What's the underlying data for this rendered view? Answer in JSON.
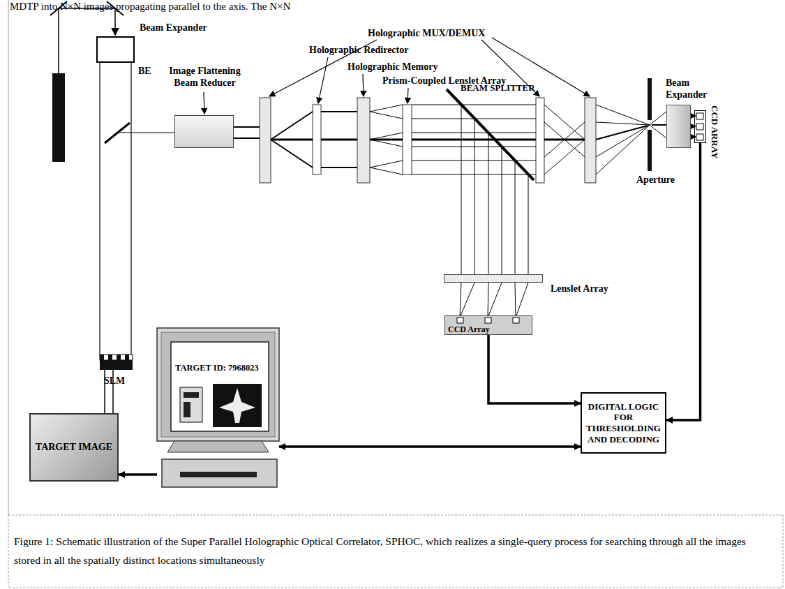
{
  "diagram": {
    "caption": "Figure 1: Schematic illustration of the Super Parallel Holographic Optical Correlator, SPHOC, which realizes a single-query process for searching through all the images stored in all the spatially distinct locations simultaneously",
    "nodes": [
      {
        "text": [
          "Beam Expander"
        ]
      },
      {
        "text": [
          "Image Flattening Beam Reducer"
        ]
      },
      {
        "text": [
          "Beam Expander"
        ]
      },
      {
        "text": [
          "CCD ARRAY"
        ]
      },
      {
        "text": [
          "Lenslet Array"
        ]
      },
      {
        "text": [
          "CCD Array"
        ]
      },
      {
        "text": [
          "SLM"
        ]
      },
      {
        "text": [
          "TARGET ID: 7968023"
        ]
      },
      {
        "text": [
          "DIGITAL LOGIC FOR THRESHOLDING AND DECODING"
        ]
      },
      {
        "text": [
          "TARGET IMAGE"
        ]
      }
    ],
    "edges": [
      {
        "from": 5,
        "to": 8,
        "arrow": "to"
      },
      {
        "from": 3,
        "to": 8,
        "arrow": "to"
      },
      {
        "from": 7,
        "to": 8,
        "arrow": "both"
      },
      {
        "from": 7,
        "to": 9,
        "arrow": "to"
      },
      {
        "from": 9,
        "to": 6,
        "arrow": "none"
      }
    ],
    "labels": [
      "MDTP into N×N images propagating parallel to the axis. The N×N",
      "BE",
      "Holographic MUX/DEMUX",
      "Holographic Redirector",
      "Holographic Memory",
      "Prism-Coupled Lenslet Array",
      "BEAM SPLITTER",
      "Aperture"
    ]
  }
}
